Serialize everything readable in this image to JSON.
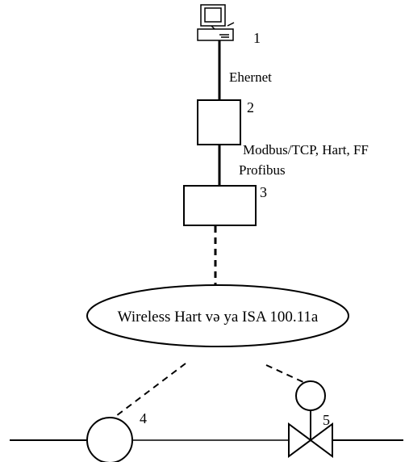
{
  "labels": {
    "node1": "1",
    "node2": "2",
    "node3": "3",
    "node4": "4",
    "node5": "5",
    "link_ethernet": "Ehernet",
    "link_modbus": "Modbus/TCP,  Hart, FF",
    "link_profibus": "Profibus",
    "wireless": "Wireless Hart  və ya ISA 100.11a"
  },
  "icons": {
    "workstation": "computer-icon",
    "sensor": "transmitter-circle-icon",
    "valve": "control-valve-icon"
  },
  "colors": {
    "stroke": "#000000",
    "background": "#ffffff"
  }
}
